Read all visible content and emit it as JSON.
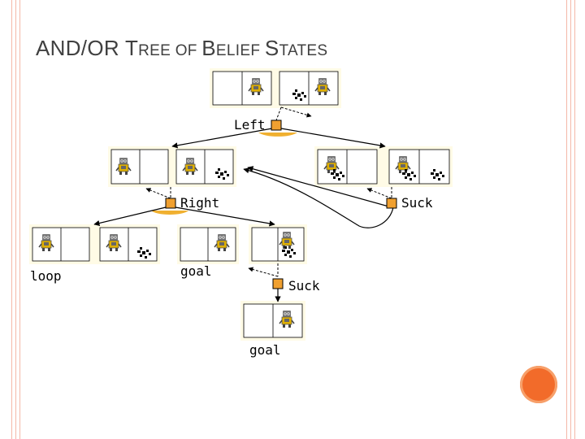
{
  "slide": {
    "title_lead": "AND/OR T",
    "title_caps1": "REE OF ",
    "title_mid": "B",
    "title_caps2": "ELIEF ",
    "title_end": "S",
    "title_caps3": "TATES"
  },
  "actions": {
    "top": "Left",
    "middle_left": "Right",
    "middle_right": "Suck",
    "bottom": "Suck"
  },
  "results": {
    "loop": "loop",
    "goal_1": "goal",
    "goal_2": "goal"
  },
  "colors": {
    "accent": "#f26b2a",
    "action_node": "#f0a030",
    "state_box_bg": "#fffbe6",
    "rail": "#f4b8a8"
  },
  "icons": [
    "vacuum-robot-icon",
    "dirt-icon",
    "action-node-icon",
    "orange-circle-icon"
  ]
}
